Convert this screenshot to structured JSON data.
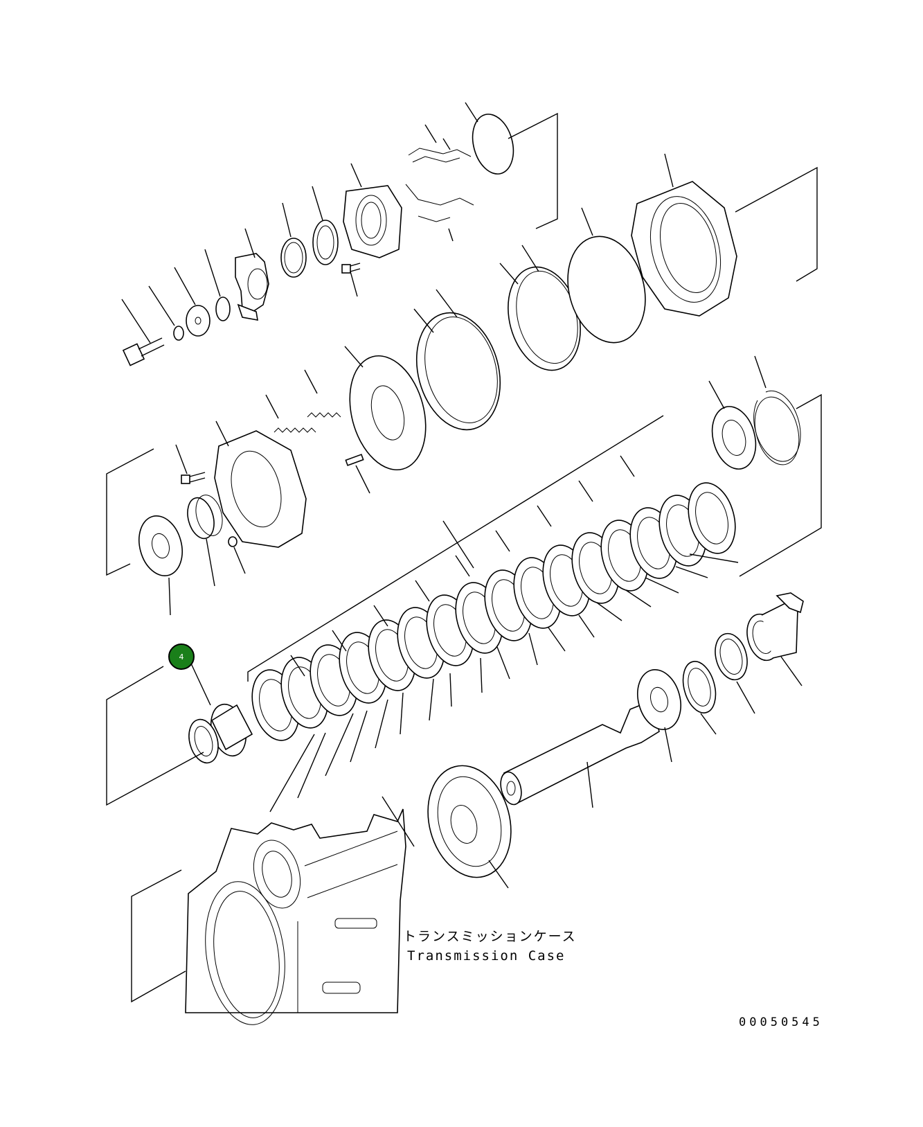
{
  "diagram": {
    "case_label_jp": "トランスミッションケース",
    "case_label_en": "Transmission Case",
    "drawing_number": "00050545",
    "callout": {
      "number": "4",
      "color": "#1a7f1a"
    }
  }
}
